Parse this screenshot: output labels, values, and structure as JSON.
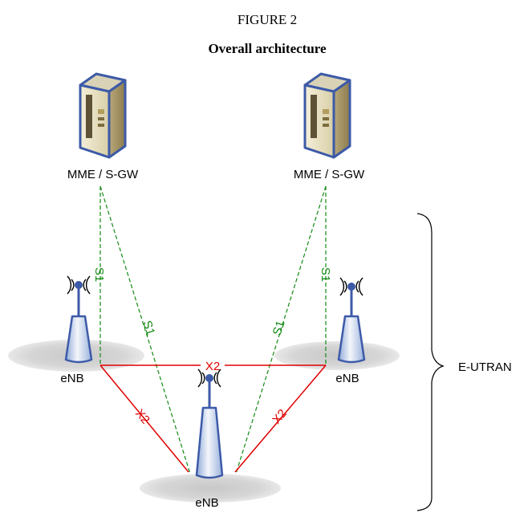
{
  "figure": {
    "number": "FIGURE 2",
    "title": "Overall architecture"
  },
  "nodes": {
    "mme_left": {
      "label": "MME / S-GW",
      "icon": "server-icon"
    },
    "mme_right": {
      "label": "MME / S-GW",
      "icon": "server-icon"
    },
    "enb_left": {
      "label": "eNB",
      "icon": "antenna-icon"
    },
    "enb_right": {
      "label": "eNB",
      "icon": "antenna-icon"
    },
    "enb_bottom": {
      "label": "eNB",
      "icon": "antenna-icon"
    }
  },
  "links": {
    "s1_label": "S1",
    "x2_label": "X2",
    "s1_color": "#138a13",
    "x2_color": "#e00000"
  },
  "group": {
    "label": "E-UTRAN"
  }
}
